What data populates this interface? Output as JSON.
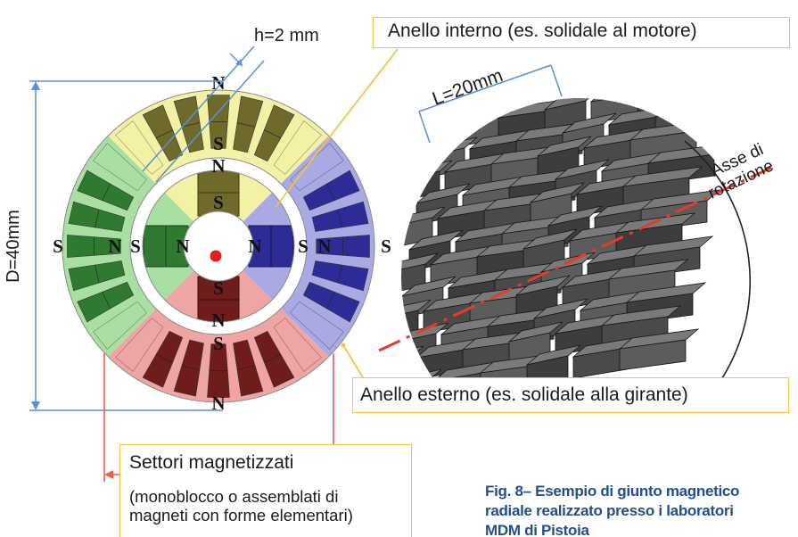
{
  "diagram": {
    "dimension_h": "h=2 mm",
    "dimension_d": "D=40mm",
    "dimension_l": "L=20mm",
    "axis_label_line1": "Asse di",
    "axis_label_line2": "rotazione",
    "poles": {
      "N": "N",
      "S": "S"
    },
    "callouts": {
      "inner_ring": "Anello interno (es. solidale al motore)",
      "outer_ring": "Anello esterno (es. solidale alla girante)",
      "sectors_title": "Settori magnetizzati",
      "sectors_note_line1": "(monoblocco o assemblati di",
      "sectors_note_line2": "magneti con forme elementari)"
    },
    "caption": {
      "line1": "Fig. 8– Esempio di giunto magnetico",
      "line2": "radiale realizzato presso i laboratori",
      "line3": "MDM di Pistoia"
    },
    "colors": {
      "top_sector_light": "#f3f1a4",
      "top_sector_dark": "#6f6a2c",
      "right_sector_light": "#a9a9e3",
      "right_sector_dark": "#2d2c97",
      "bottom_sector_light": "#f0a5a5",
      "bottom_sector_dark": "#6e1c1c",
      "left_sector_light": "#a9dfa3",
      "left_sector_dark": "#2f7a30",
      "dimension_blue": "#5b8fd6",
      "callout_yellow": "#f5c342",
      "bracket_red": "#e8604f",
      "axis_red": "#e53b2d",
      "caption_blue": "#1f4f8e"
    }
  }
}
